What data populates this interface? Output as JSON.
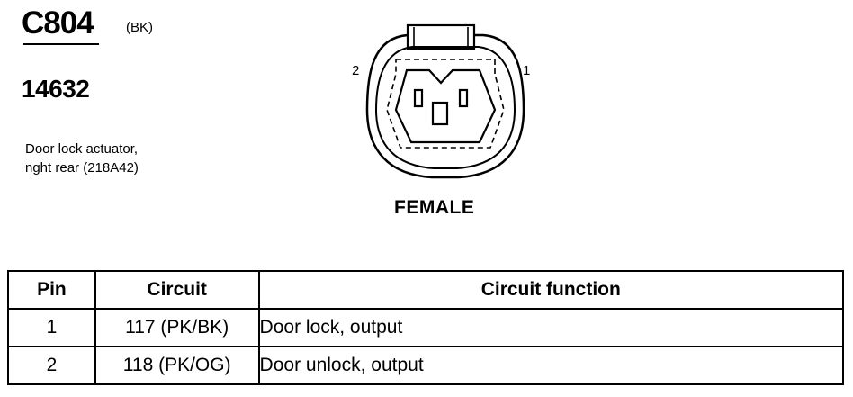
{
  "connector": {
    "id": "C804",
    "color": "(BK)",
    "part_number": "14632",
    "description_lines": [
      "Door lock actuator,",
      "nght rear (218A42)"
    ],
    "gender": "FEMALE",
    "pin_labels": {
      "left": "2",
      "right": "1"
    }
  },
  "table": {
    "headers": {
      "pin": "Pin",
      "circuit": "Circuit",
      "function": "Circuit function"
    },
    "rows": [
      {
        "pin": "1",
        "circuit": "117 (PK/BK)",
        "function": "Door lock, output"
      },
      {
        "pin": "2",
        "circuit": "118 (PK/OG)",
        "function": "Door unlock, output"
      }
    ]
  }
}
